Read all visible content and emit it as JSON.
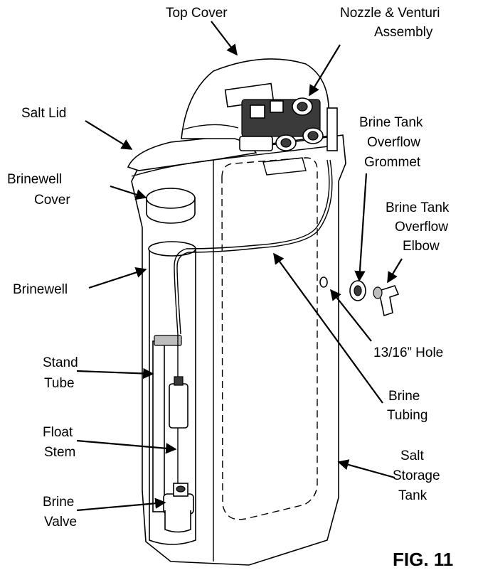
{
  "labels": {
    "top_cover": "Top Cover",
    "nozzle_venturi": [
      "Nozzle & Venturi",
      "Assembly"
    ],
    "salt_lid": "Salt Lid",
    "brine_tank_overflow_grommet": [
      "Brine Tank",
      "Overflow",
      "Grommet"
    ],
    "brinewell_cover": [
      "Brinewell",
      "Cover"
    ],
    "brine_tank_overflow_elbow": [
      "Brine Tank",
      "Overflow",
      "Elbow"
    ],
    "brinewell": "Brinewell",
    "hole": "13/16” Hole",
    "stand_tube": [
      "Stand",
      "Tube"
    ],
    "brine_tubing": [
      "Brine",
      "Tubing"
    ],
    "float_stem": [
      "Float",
      "Stem"
    ],
    "salt_storage_tank": [
      "Salt",
      "Storage",
      "Tank"
    ],
    "brine_valve": [
      "Brine",
      "Valve"
    ],
    "figure": "FIG. 11"
  }
}
